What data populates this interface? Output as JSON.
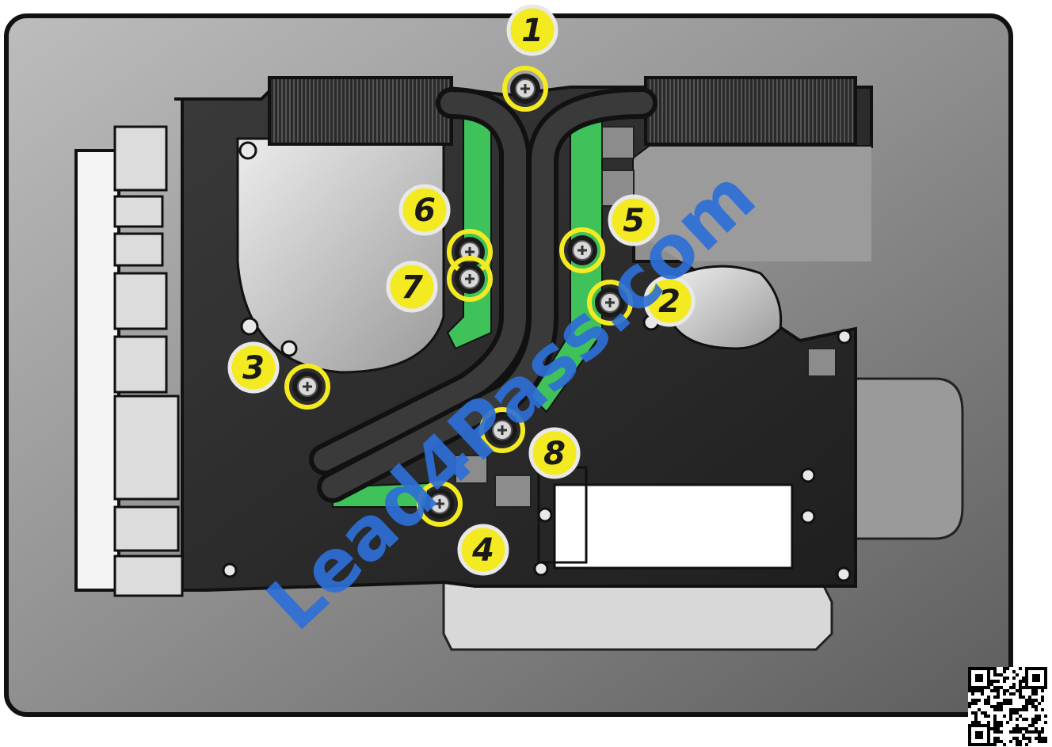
{
  "watermark": {
    "text": "Lead4Pass.com",
    "color": "#2e6fd6"
  },
  "colors": {
    "callout_fill": "#f4ea22",
    "callout_ring": "#f4ea22",
    "thermal_pad": "#3fc25a",
    "logic_board": "#2b2b2b",
    "tray": "#8a8a8a"
  },
  "callouts": [
    {
      "id": "1",
      "label": "1"
    },
    {
      "id": "2",
      "label": "2"
    },
    {
      "id": "3",
      "label": "3"
    },
    {
      "id": "4",
      "label": "4"
    },
    {
      "id": "5",
      "label": "5"
    },
    {
      "id": "6",
      "label": "6"
    },
    {
      "id": "7",
      "label": "7"
    },
    {
      "id": "8",
      "label": "8"
    }
  ],
  "screws": [
    "1",
    "2",
    "3",
    "4",
    "5",
    "6",
    "7",
    "8"
  ],
  "icons": {
    "screw": "phillips-screw-icon",
    "qr": "qr-code-icon"
  }
}
